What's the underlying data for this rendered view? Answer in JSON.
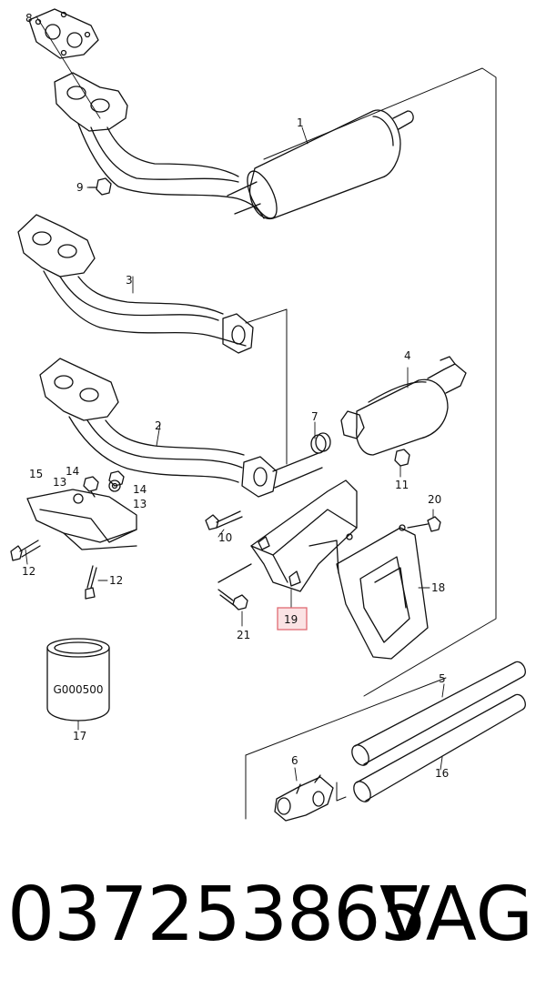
{
  "diagram": {
    "callouts": {
      "c1": "1",
      "c2": "2",
      "c3": "3",
      "c4": "4",
      "c5": "5",
      "c6": "6",
      "c7": "7",
      "c8": "8",
      "c9": "9",
      "c10": "10",
      "c11": "11",
      "c12a": "12",
      "c12b": "12",
      "c13a": "13",
      "c13b": "13",
      "c14a": "14",
      "c14b": "14",
      "c15": "15",
      "c16": "16",
      "c17": "17",
      "c18": "18",
      "c19": "19",
      "c20": "20",
      "c21": "21"
    },
    "can_label": "G000500",
    "highlight_color": "#e06a72"
  },
  "footer": {
    "part_number": "037253865",
    "brand": "VAG"
  }
}
